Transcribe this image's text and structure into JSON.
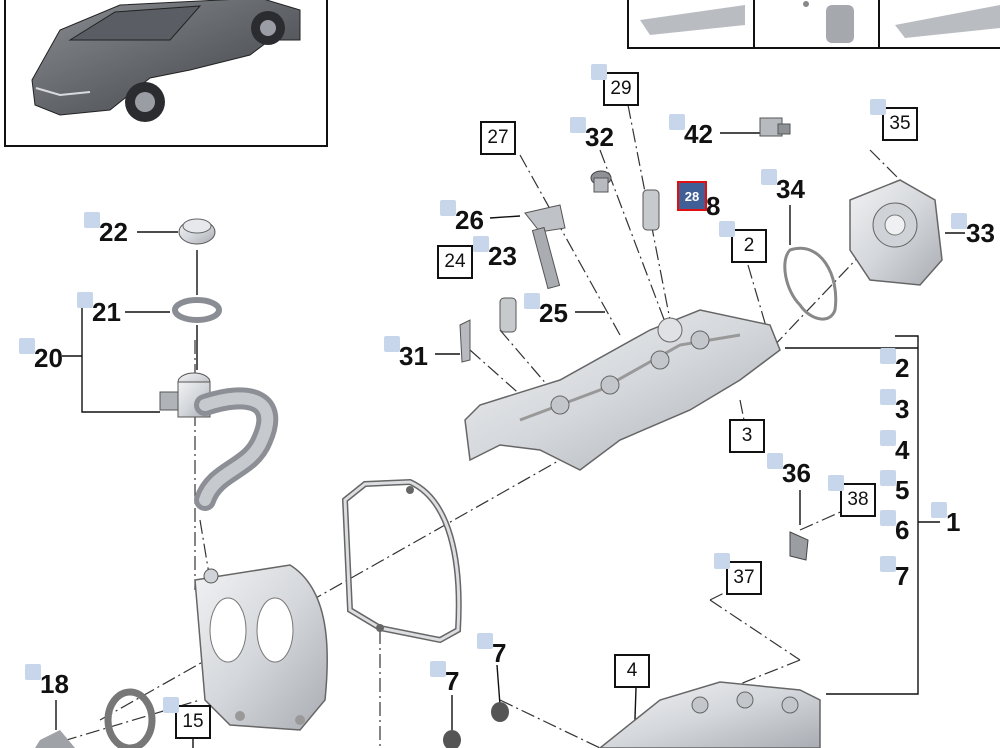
{
  "diagram": {
    "callouts": [
      "22",
      "21",
      "20",
      "26",
      "23",
      "25",
      "31",
      "32",
      "8",
      "42",
      "34",
      "33",
      "2",
      "3",
      "4",
      "5",
      "6",
      "7",
      "1",
      "36",
      "7",
      "7",
      "18"
    ],
    "boxed_labels": [
      "29",
      "27",
      "35",
      "24",
      "2",
      "3",
      "38",
      "37",
      "4",
      "15"
    ],
    "highlighted_label": "28"
  },
  "colors": {
    "highlight_fill": "#3f5f96",
    "highlight_border": "#e01010",
    "marker": "#c8d6ec",
    "part_fill": "#d7d9dc",
    "line": "#111111"
  }
}
